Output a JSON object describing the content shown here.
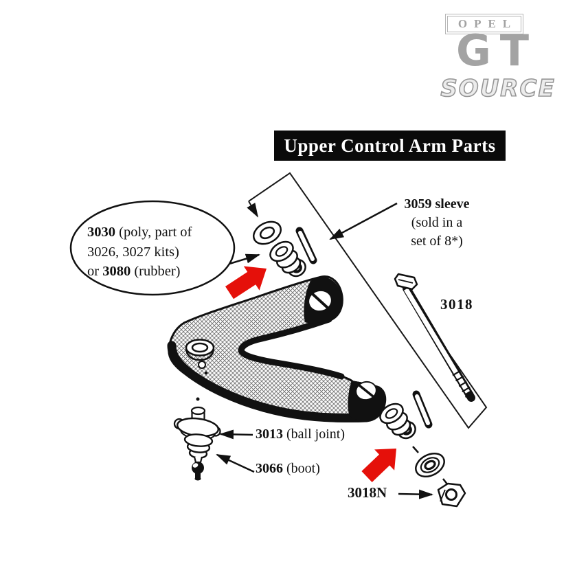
{
  "logo": {
    "opel": "OPEL",
    "gt": "GT",
    "source": "SOURCE"
  },
  "title": "Upper Control Arm Parts",
  "callouts": {
    "bushing": {
      "bold1": "3030",
      "rest1": " (poly, part of",
      "line2": "3026, 3027 kits)",
      "pre3": "or ",
      "bold3": "3080",
      "rest3": " (rubber)"
    },
    "sleeve": {
      "line1": "3059 sleeve",
      "line2": "(sold in a",
      "line3": "set of 8*)"
    },
    "bolt": {
      "number": "3018"
    },
    "ball_joint": {
      "number": "3013",
      "desc": " (ball joint)"
    },
    "boot": {
      "number": "3066",
      "desc": " (boot)"
    },
    "nut": {
      "number": "3018N"
    }
  },
  "colors": {
    "ink": "#111111",
    "highlight_arrow_red": "#e5100a",
    "logo_gray": "#a3a3a3",
    "banner_bg": "#0a0a0a",
    "banner_text": "#ffffff"
  }
}
